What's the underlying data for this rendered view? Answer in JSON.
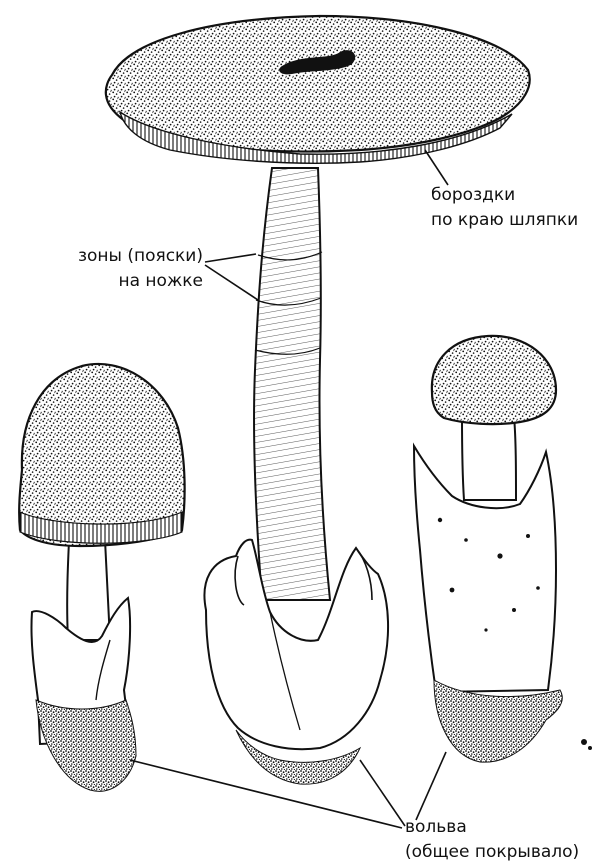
{
  "labels": {
    "grooves": {
      "line1": "бороздки",
      "line2": "по краю шляпки"
    },
    "zones": {
      "line1": "зоны (пояски)",
      "line2": "на ножке"
    },
    "volva": {
      "line1": "вольва",
      "line2": "(общее покрывало)"
    }
  },
  "colors": {
    "ink": "#111111",
    "paper": "#ffffff"
  }
}
